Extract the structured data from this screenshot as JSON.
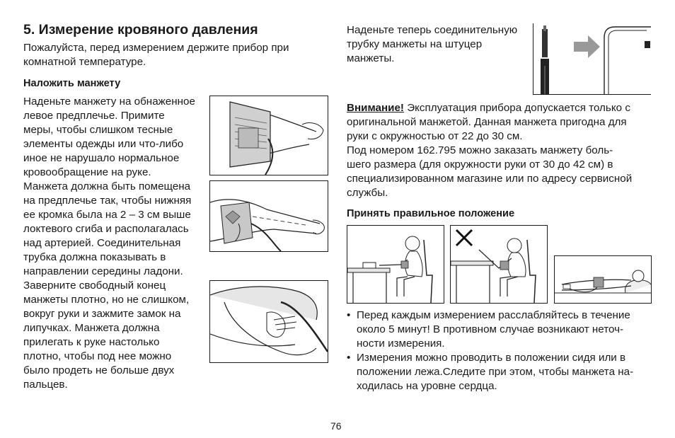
{
  "title": "5. Измерение кровяного давления",
  "intro": [
    "Пожалуйста, перед измерением держите прибор при",
    "комнатной температуре."
  ],
  "cuff_heading": "Наложить манжету",
  "cuff_lines": [
    "Наденьте манжету на обнаженное",
    "левое предплечье. Примите",
    "меры, чтобы слишком тесные",
    "элементы одежды или что-либо",
    "иное не нарушало нормальное",
    "кровообращение на руке.",
    "Манжета должна быть помещена",
    "на предплечье так, чтобы нижняя",
    "ее кромка была на 2 – 3 см выше",
    "локтевого сгиба и располагалась",
    "над артерией. Соединительная",
    "трубка должна показывать в",
    "направлении середины ладони.",
    "Заверните свободный конец",
    "манжеты плотно, но не слишком,",
    "вокруг руки и зажмите замок на",
    "липучках. Манжета должна",
    "прилегать к руке настолько",
    "плотно, чтобы под нее можно",
    "было продеть не больше двух",
    "пальцев."
  ],
  "tube_lines": [
    "Наденьте теперь соединительную",
    "трубку манжеты на штуцер",
    "манжеты."
  ],
  "warning_label": "Внимание!",
  "warning_lines": [
    " Эксплуатация прибора допускается только с",
    "оригинальной манжетой. Данная манжета пригодна для",
    "руки с окружностью от 22 до 30 см.",
    "Под номером 162.795 можно заказать манжету боль-",
    "шего размера (для окружности руки от 30 до 42 см) в",
    "специализированном магазине или по адресу сервисной",
    "службы."
  ],
  "position_heading": "Принять правильное положение",
  "bullets": [
    [
      "Перед каждым измерением расслабляйтесь в течение",
      "около 5 минут! В противном случае возникают неточ-",
      "ности измерения."
    ],
    [
      "Измерения можно проводить в положении сидя или в",
      "положении лежа.Следите при этом, чтобы манжета на-",
      "ходилась на уровне сердца."
    ]
  ],
  "bullet_symbol": "•",
  "page_number": "76"
}
